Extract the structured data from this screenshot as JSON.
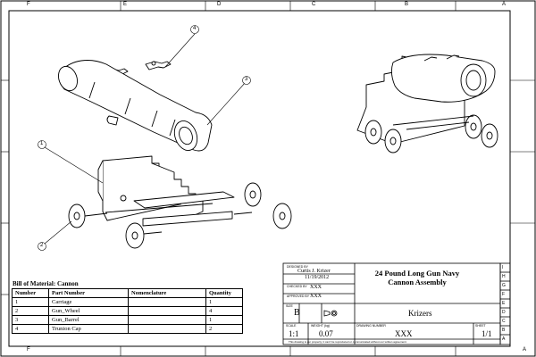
{
  "frame": {
    "zones_top": [
      "F",
      "E",
      "D",
      "C",
      "B",
      "A"
    ],
    "zones_bottom": [
      "F",
      "A"
    ],
    "zones_right": [
      "I",
      "H",
      "G",
      "F",
      "E",
      "D",
      "C",
      "B",
      "A"
    ]
  },
  "balloons": [
    "1",
    "2",
    "3",
    "4"
  ],
  "bom": {
    "title": "Bill of Material: Cannon",
    "headers": [
      "Number",
      "Part Number",
      "Nomenclature",
      "Quantity"
    ],
    "rows": [
      [
        "1",
        "Carriage",
        "",
        "1"
      ],
      [
        "2",
        "Gun_Wheel",
        "",
        "4"
      ],
      [
        "3",
        "Gun_Barrel",
        "",
        "1"
      ],
      [
        "4",
        "Trunion Cap",
        "",
        "2"
      ]
    ]
  },
  "title_block": {
    "drawn_by_label": "DESIGNED BY",
    "drawn_by": "Curtis J. Krizer",
    "date": "11/19/2012",
    "checked_by_label": "CHECKED BY",
    "checked_by": "XXX",
    "approved_by_label": "APPROVED BY",
    "approved_by": "XXX",
    "size_label": "SIZE",
    "size": "B",
    "title_line1": "24 Pound Long Gun Navy",
    "title_line2": "Cannon Assembly",
    "company": "Krizers",
    "scale_label": "SCALE",
    "scale": "1:1",
    "weight_label": "WEIGHT (kg)",
    "weight": "0.07",
    "drawing_number_label": "DRAWING NUMBER",
    "drawing_number": "XXX",
    "sheet_label": "SHEET",
    "sheet": "1/1",
    "note": "This drawing is our property; it can't be reproduced or communicated without our written agreement."
  }
}
